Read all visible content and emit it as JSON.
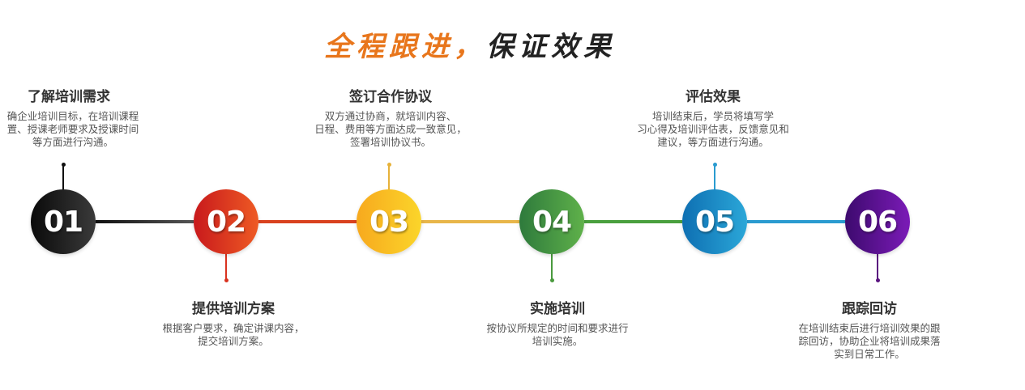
{
  "title": {
    "highlight": "全程跟进，",
    "rest": "保证效果"
  },
  "steps": [
    {
      "num": "01",
      "title": "了解培训需求",
      "desc": [
        "确企业培训目标，在培训课程",
        "置、授课老师要求及授课时间",
        "等方面进行沟通。"
      ],
      "color": "#111111"
    },
    {
      "num": "02",
      "title": "提供培训方案",
      "desc": [
        "根据客户要求，确定讲课内容，",
        "提交培训方案。"
      ],
      "color": "#d9321f"
    },
    {
      "num": "03",
      "title": "签订合作协议",
      "desc": [
        "双方通过协商，就培训内容、",
        "日程、费用等方面达成一致意见，",
        "签署培训协议书。"
      ],
      "color": "#e7b23a"
    },
    {
      "num": "04",
      "title": "实施培训",
      "desc": [
        "按协议所规定的时间和要求进行",
        "培训实施。"
      ],
      "color": "#4a9a3e"
    },
    {
      "num": "05",
      "title": "评估效果",
      "desc": [
        "培训结束后，学员将填写学",
        "习心得及培训评估表，反馈意见和",
        "建议，等方面进行沟通。"
      ],
      "color": "#2a9bd0"
    },
    {
      "num": "06",
      "title": "跟踪回访",
      "desc": [
        "在培训结束后进行培训效果的跟",
        "踪回访，协助企业将培训成果落",
        "实到日常工作。"
      ],
      "color": "#5a137f"
    }
  ]
}
